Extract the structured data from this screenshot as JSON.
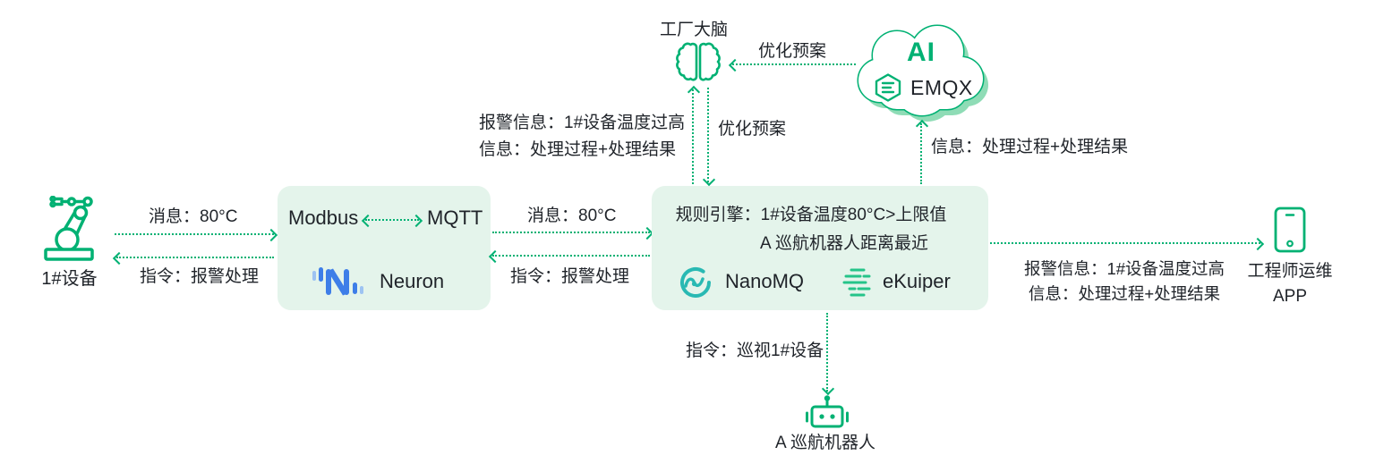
{
  "colors": {
    "accent_green": "#00B173",
    "panel_fill": "#E4F4EB",
    "text_dark": "#1F2329",
    "nanomq_teal": "#29B9B3",
    "neuron_blue": "#3E7EE8",
    "neuron_blue_light": "#9DC3F2",
    "ekuiper_green": "#25C489",
    "cloud_shadow_green": "#8FDCB6"
  },
  "device": {
    "label": "1#设备"
  },
  "gateway": {
    "protocol_left": "Modbus",
    "protocol_right": "MQTT",
    "product": "Neuron"
  },
  "rule_engine": {
    "line1": "规则引擎：1#设备温度80°C>上限值",
    "line2": "A 巡航机器人距离最近",
    "product_left": "NanoMQ",
    "product_right": "eKuiper"
  },
  "brain": {
    "label": "工厂大脑"
  },
  "cloud": {
    "ai": "AI",
    "brand": "EMQX"
  },
  "app": {
    "label_line1": "工程师运维",
    "label_line2": "APP"
  },
  "patrol_robot": {
    "label": "A 巡航机器人"
  },
  "edges": {
    "device_to_gateway": "消息：80°C",
    "gateway_to_device": "指令：报警处理",
    "gateway_to_rule": "消息：80°C",
    "rule_to_gateway": "指令：报警处理",
    "rule_to_brain_line1": "报警信息：1#设备温度过高",
    "rule_to_brain_line2": "信息：处理过程+处理结果",
    "brain_to_rule": "优化预案",
    "cloud_to_brain": "优化预案",
    "rule_to_cloud": "信息：处理过程+处理结果",
    "rule_to_app_line1": "报警信息：1#设备温度过高",
    "rule_to_app_line2": "信息：处理过程+处理结果",
    "rule_to_robot": "指令：巡视1#设备"
  },
  "icons": [
    "robot-arm-icon",
    "brain-icon",
    "ai-cloud-icon",
    "emqx-hexagon-icon",
    "neuron-logo-icon",
    "nanomq-logo-icon",
    "ekuiper-logo-icon",
    "phone-icon",
    "patrol-robot-icon"
  ]
}
